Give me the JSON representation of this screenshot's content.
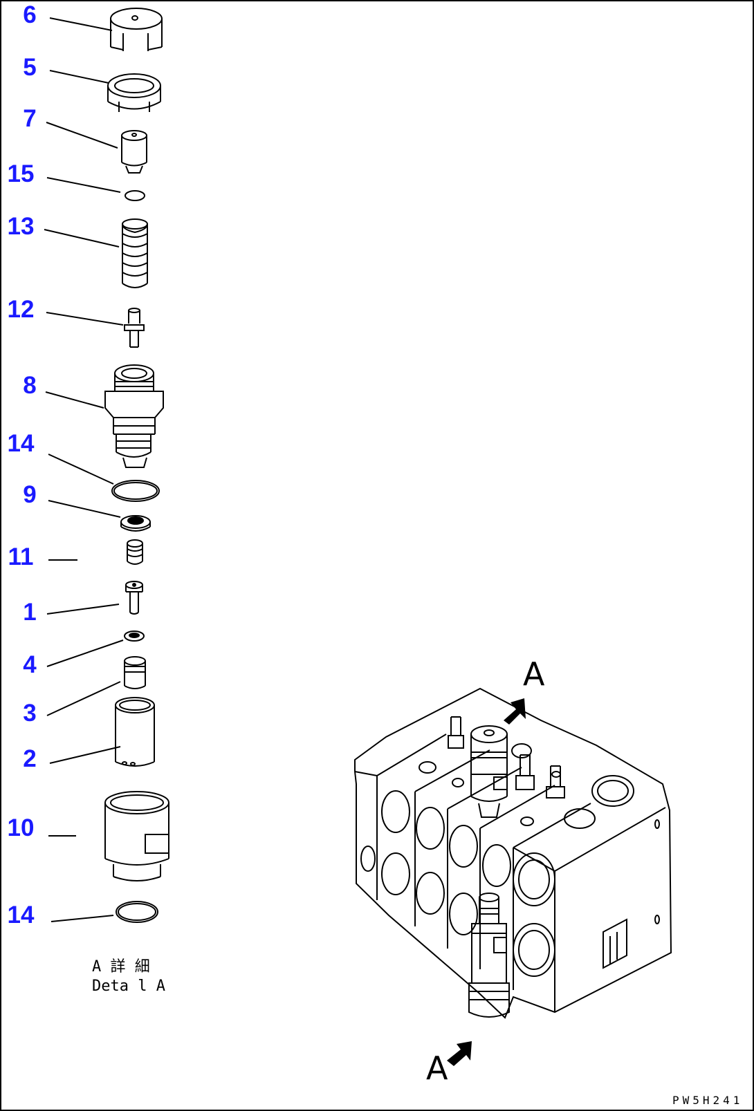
{
  "diagram": {
    "accent_color": "#1a1aff",
    "line_color": "#000000",
    "callouts": [
      "6",
      "5",
      "7",
      "15",
      "13",
      "12",
      "8",
      "14",
      "9",
      "11",
      "1",
      "4",
      "3",
      "2",
      "10",
      "14"
    ],
    "view_letter_top": "A",
    "view_letter_bottom": "A",
    "caption_line1": "A 詳 細",
    "caption_line2": "Deta l A",
    "drawing_code": "PW5H241"
  }
}
